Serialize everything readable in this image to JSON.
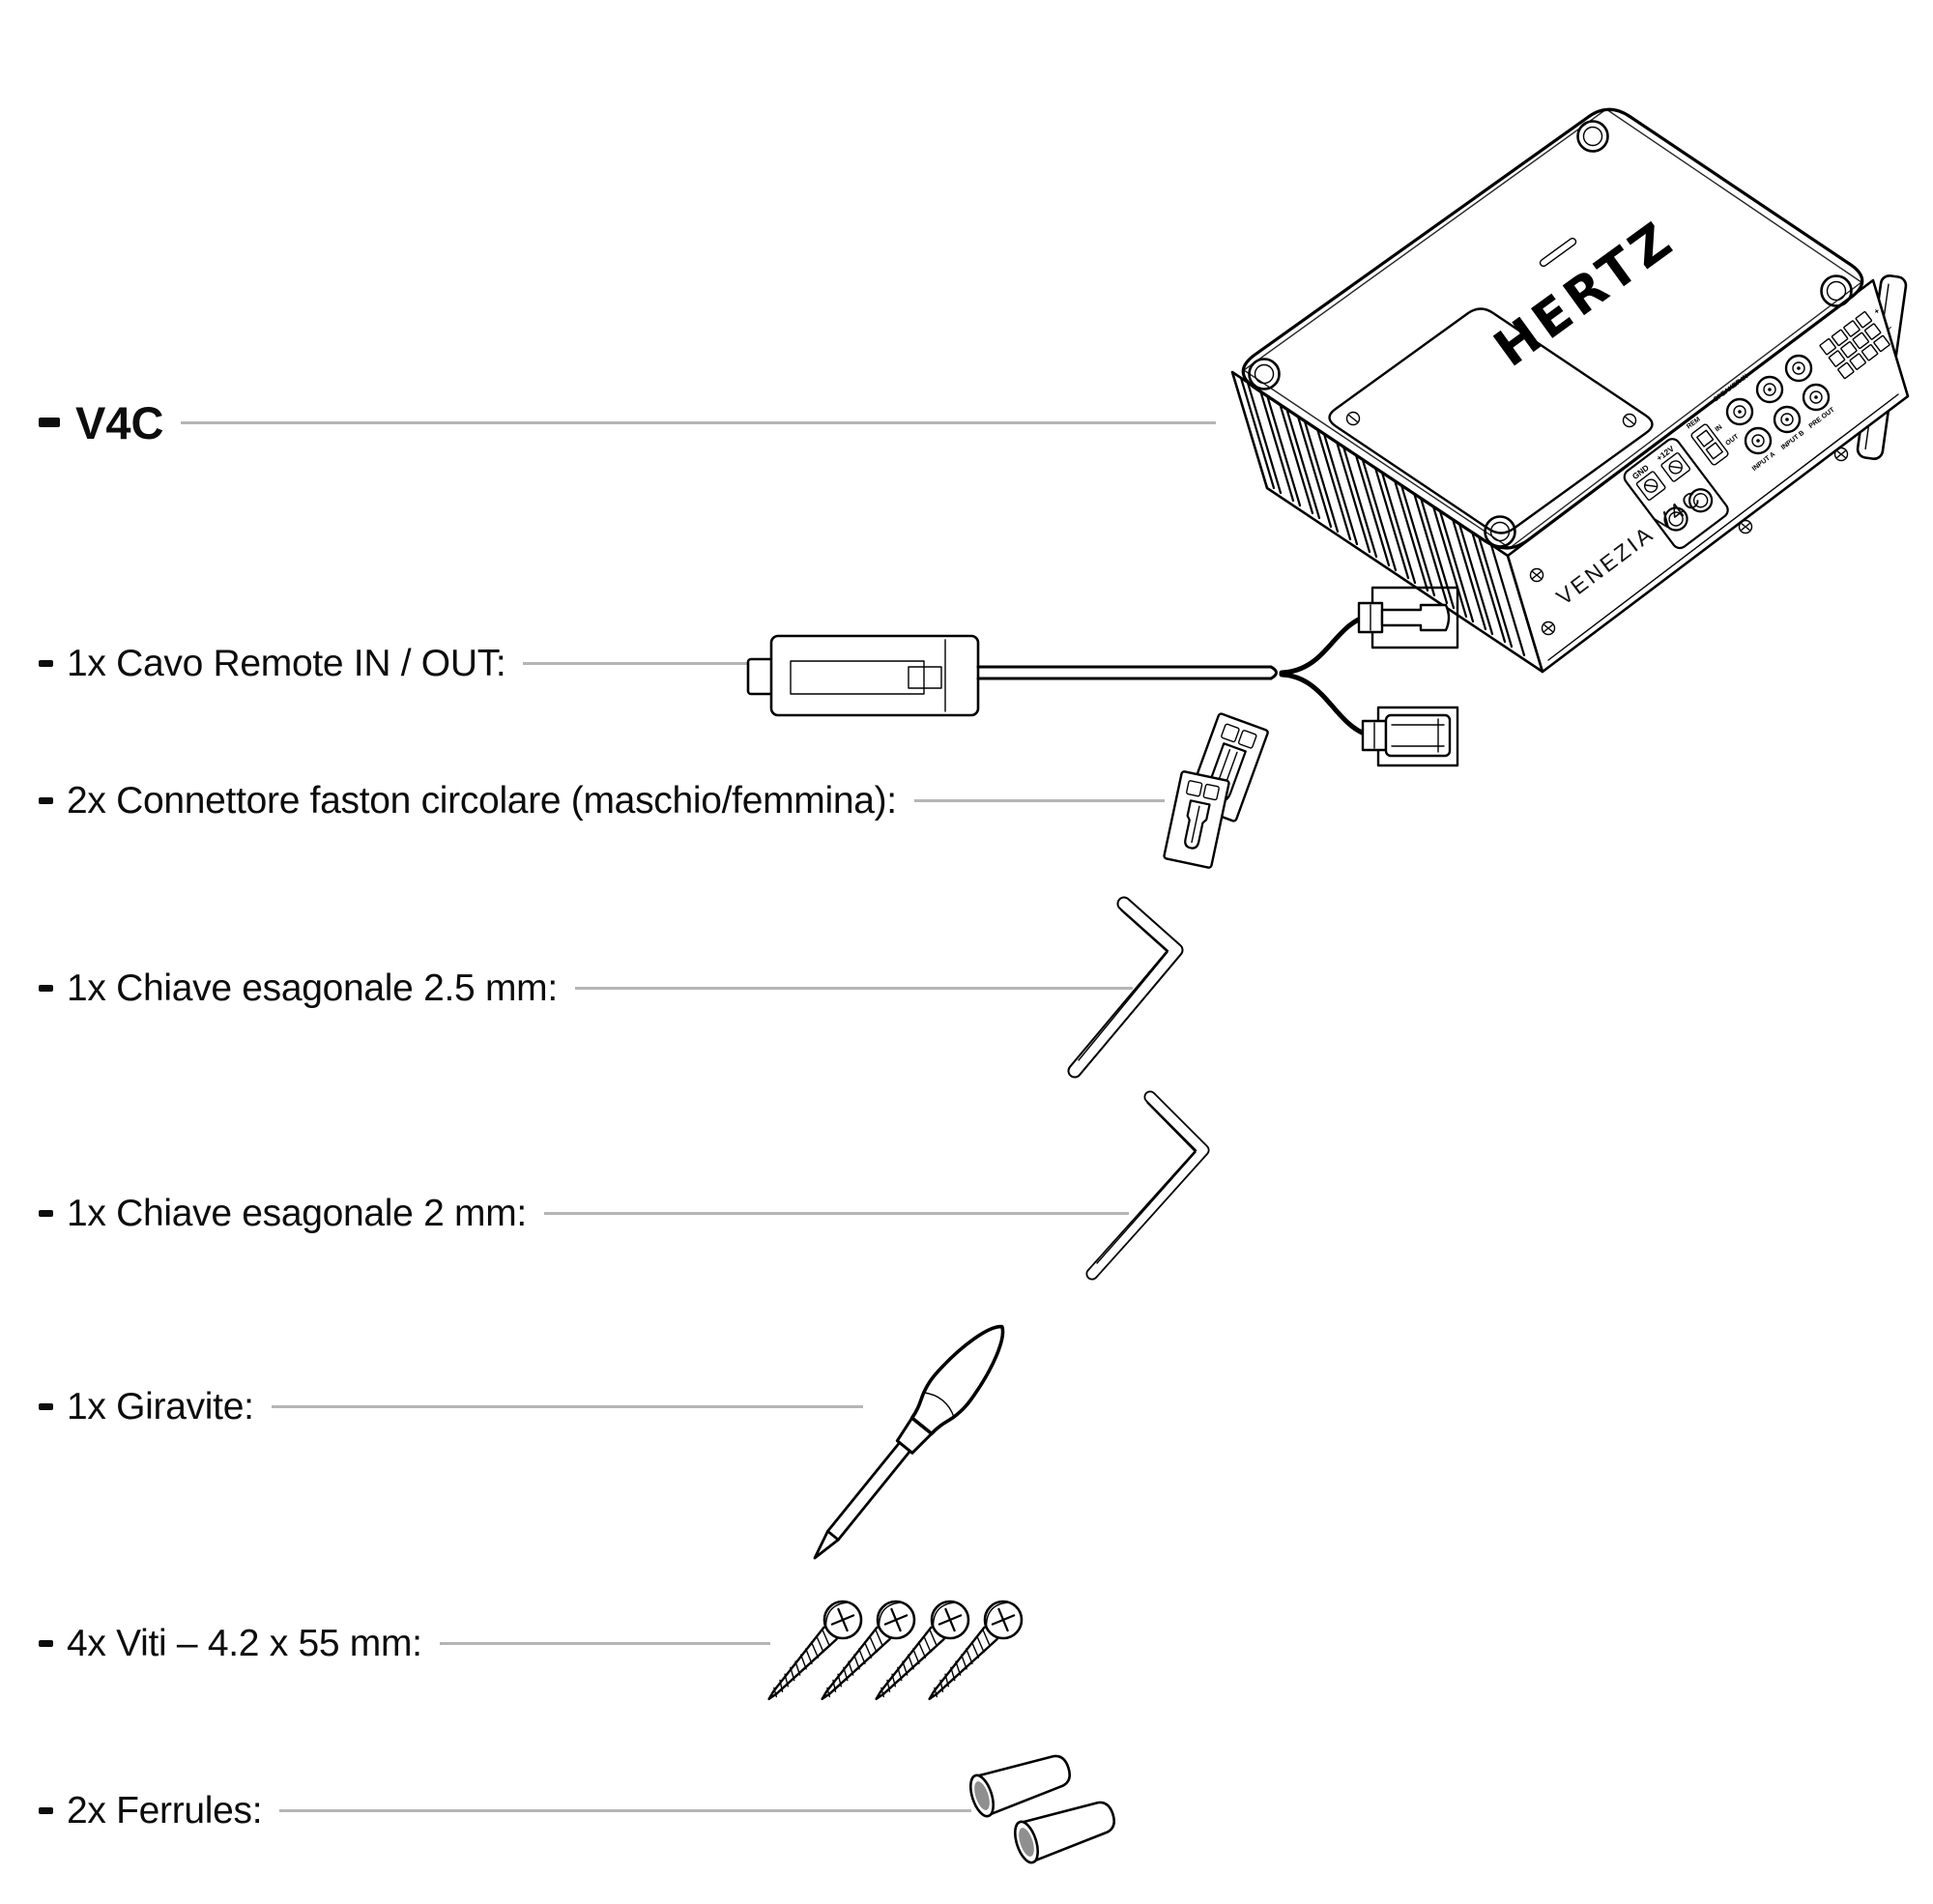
{
  "items": [
    {
      "id": "v4c",
      "label": "V4C"
    },
    {
      "id": "remote-cable",
      "label": "1x Cavo Remote IN / OUT:"
    },
    {
      "id": "faston",
      "label": "2x Connettore faston circolare (maschio/femmina):"
    },
    {
      "id": "hex-25",
      "label": "1x Chiave esagonale 2.5 mm:"
    },
    {
      "id": "hex-2",
      "label": "1x Chiave esagonale 2 mm:"
    },
    {
      "id": "screwdriver",
      "label": "1x Giravite:"
    },
    {
      "id": "screws",
      "label": "4x Viti – 4.2 x 55 mm:"
    },
    {
      "id": "ferrules",
      "label": "2x Ferrules:"
    }
  ],
  "amplifier": {
    "brand_logo": "HERTZ",
    "model_label": "VENEZIA V4C",
    "panel_labels": {
      "gnd": "GND",
      "plus_12v": "+12V",
      "rem": "REM",
      "rem_in": "IN",
      "rem_out": "OUT",
      "speaker_in": "SPEAKER IN",
      "input_a": "INPUT A",
      "input_b": "INPUT B",
      "pre_out": "PRE OUT",
      "plus": "+",
      "minus": "−"
    }
  },
  "colors": {
    "ink": "#000000",
    "leader_line": "#b5b5b5",
    "ferrule_opening": "#8f8f8f",
    "background": "#ffffff"
  }
}
